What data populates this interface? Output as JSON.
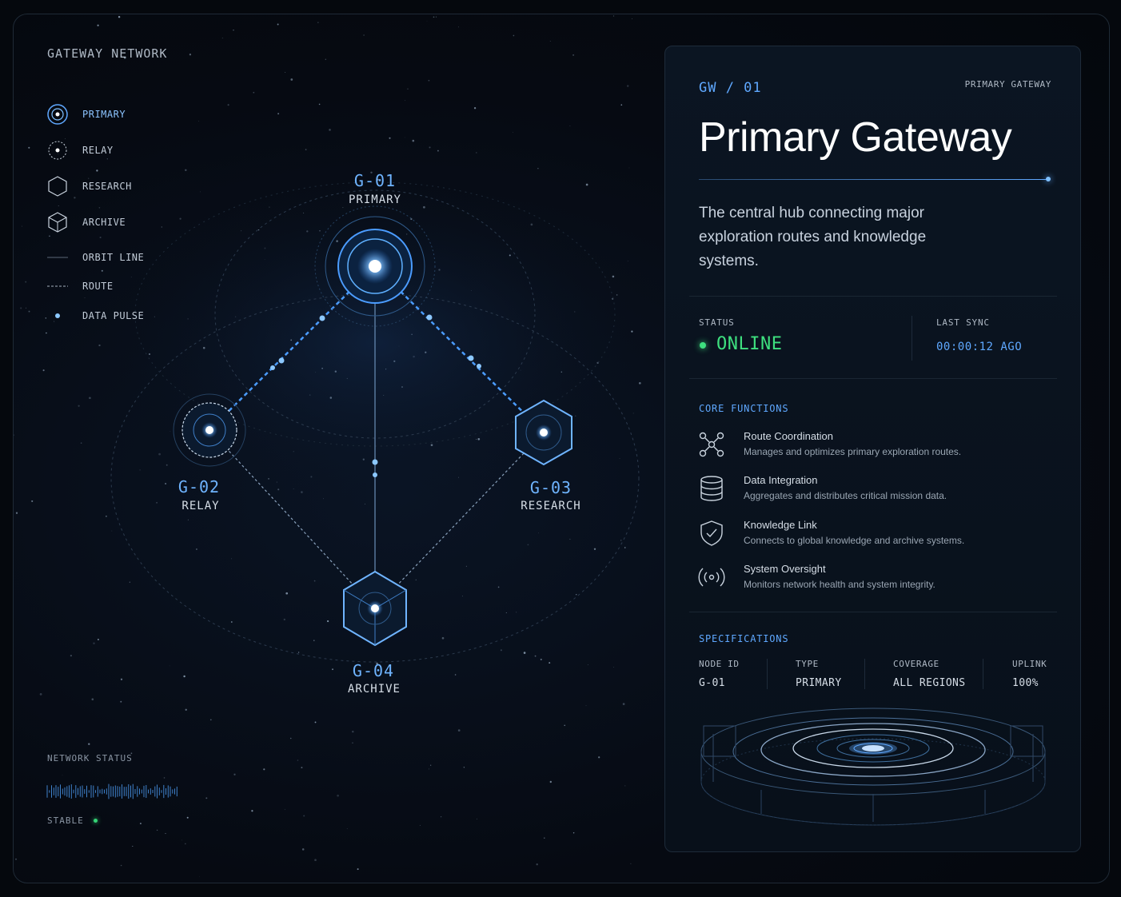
{
  "network": {
    "title": "GATEWAY NETWORK",
    "legend": [
      {
        "label": "PRIMARY",
        "icon": "primary-node-icon"
      },
      {
        "label": "RELAY",
        "icon": "relay-node-icon"
      },
      {
        "label": "RESEARCH",
        "icon": "hexagon-icon"
      },
      {
        "label": "ARCHIVE",
        "icon": "cube-icon"
      },
      {
        "label": "ORBIT LINE",
        "icon": "solid-line-icon"
      },
      {
        "label": "ROUTE",
        "icon": "dashed-line-icon"
      },
      {
        "label": "DATA PULSE",
        "icon": "pulse-dot-icon"
      }
    ],
    "nodes": [
      {
        "code": "G-01",
        "type": "PRIMARY"
      },
      {
        "code": "G-02",
        "type": "RELAY"
      },
      {
        "code": "G-03",
        "type": "RESEARCH"
      },
      {
        "code": "G-04",
        "type": "ARCHIVE"
      }
    ],
    "status_label": "NETWORK STATUS",
    "status_value": "STABLE"
  },
  "panel": {
    "code": "GW / 01",
    "tag": "PRIMARY GATEWAY",
    "title": "Primary Gateway",
    "description": "The central hub connecting major exploration routes and knowledge systems.",
    "status_label": "STATUS",
    "status_value": "ONLINE",
    "sync_label": "LAST SYNC",
    "sync_value": "00:00:12 AGO",
    "functions_heading": "CORE FUNCTIONS",
    "functions": [
      {
        "title": "Route Coordination",
        "desc": "Manages and optimizes primary exploration routes.",
        "icon": "network-nodes-icon"
      },
      {
        "title": "Data Integration",
        "desc": "Aggregates and distributes critical mission data.",
        "icon": "database-icon"
      },
      {
        "title": "Knowledge Link",
        "desc": "Connects to global knowledge and archive systems.",
        "icon": "shield-check-icon"
      },
      {
        "title": "System Oversight",
        "desc": "Monitors network health and system integrity.",
        "icon": "broadcast-icon"
      }
    ],
    "specs_heading": "SPECIFICATIONS",
    "specs": [
      {
        "label": "NODE ID",
        "value": "G-01"
      },
      {
        "label": "TYPE",
        "value": "PRIMARY"
      },
      {
        "label": "COVERAGE",
        "value": "ALL REGIONS"
      },
      {
        "label": "UPLINK",
        "value": "100%"
      }
    ]
  },
  "colors": {
    "accent": "#5fa8ff",
    "online": "#3ee07f",
    "background": "#05080d"
  }
}
